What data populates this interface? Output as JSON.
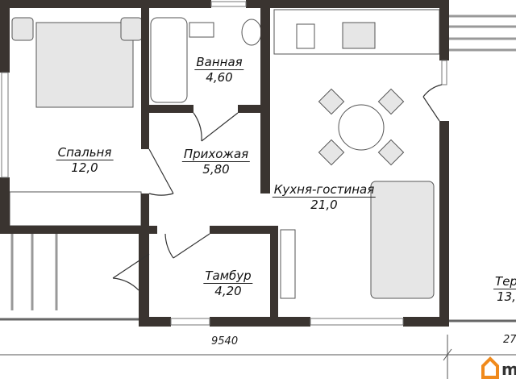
{
  "colors": {
    "wall": "#3a3430",
    "furniture": "#e6e6e6",
    "accent_logo": "#f08a1c"
  },
  "rooms": [
    {
      "name": "Спальня",
      "area": "12,0"
    },
    {
      "name": "Ванная",
      "area": "4,60"
    },
    {
      "name": "Прихожая",
      "area": "5,80"
    },
    {
      "name": "Кухня-гостиная",
      "area": "21,0"
    },
    {
      "name": "Тамбур",
      "area": "4,20"
    },
    {
      "name": "Тер",
      "area": "13,"
    }
  ],
  "dimensions": {
    "main": "9540",
    "right": "27"
  },
  "logo": {
    "icon": "house-logo-icon",
    "text": "m"
  }
}
